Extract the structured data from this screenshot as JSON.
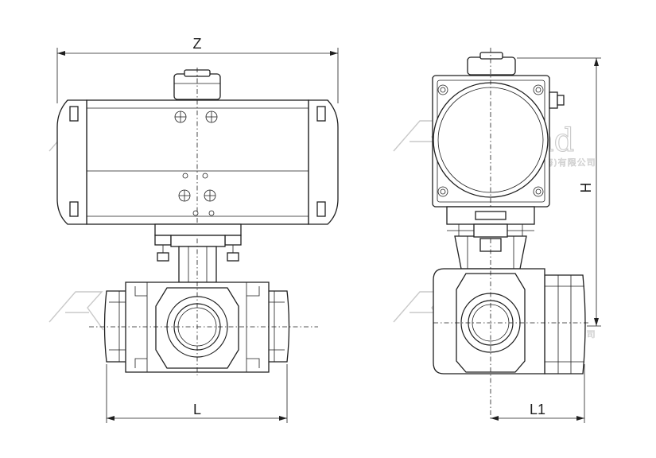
{
  "dimensions": {
    "z": "Z",
    "l": "L",
    "h": "H",
    "l1": "L1"
  },
  "watermark": {
    "brand": "Roland",
    "company": "罗兰自控阀业(上海)有限公司"
  }
}
